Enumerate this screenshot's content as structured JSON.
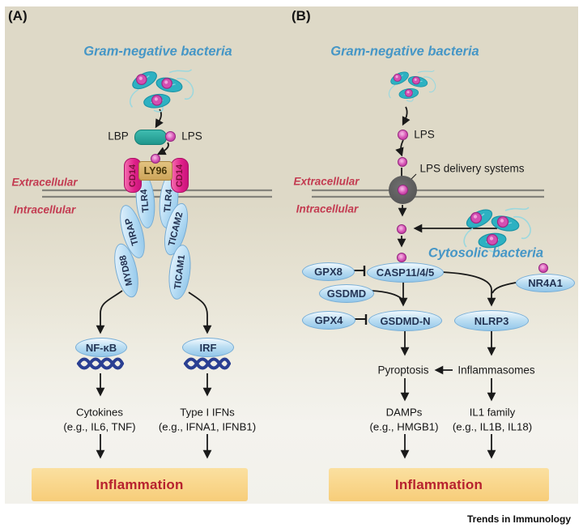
{
  "panel_a": {
    "tag": "(A)",
    "heading": "Gram-negative bacteria",
    "lbp_label": "LBP",
    "lps_label": "LPS",
    "membrane": {
      "outside": "Extracellular",
      "inside": "Intracellular"
    },
    "receptor": {
      "cd14_left": "CD14",
      "cd14_right": "CD14",
      "ly96": "LY96",
      "tlr4_left": "TLR4",
      "tlr4_right": "TLR4"
    },
    "adapters": {
      "tirap": "TIRAP",
      "myd88": "MYD88",
      "ticam2": "TICAM2",
      "ticam1": "TICAM1"
    },
    "tfs": {
      "nfkb": "NF-κB",
      "irf": "IRF"
    },
    "outputs": {
      "cytokines_title": "Cytokines",
      "cytokines_examples": "(e.g., IL6, TNF)",
      "ifns_title": "Type I IFNs",
      "ifns_examples": "(e.g., IFNA1, IFNB1)"
    },
    "result": "Inflammation"
  },
  "panel_b": {
    "tag": "(B)",
    "heading": "Gram-negative bacteria",
    "lps_label": "LPS",
    "delivery_label": "LPS delivery systems",
    "membrane": {
      "outside": "Extracellular",
      "inside": "Intracellular"
    },
    "cytosolic_label": "Cytosolic bacteria",
    "nodes": {
      "gpx8": "GPX8",
      "casp": "CASP11/4/5",
      "gsdmd": "GSDMD",
      "gpx4": "GPX4",
      "gsdmd_n": "GSDMD-N",
      "nlrp3": "NLRP3",
      "nr4a1": "NR4A1"
    },
    "events": {
      "pyroptosis": "Pyroptosis",
      "inflammasomes": "Inflammasomes"
    },
    "outputs": {
      "damps_title": "DAMPs",
      "damps_examples": "(e.g., HMGB1)",
      "il1_title": "IL1 family",
      "il1_examples": "(e.g., IL1B, IL18)"
    },
    "result": "Inflammation"
  },
  "footer": {
    "journal": "Trends in Immunology"
  },
  "colors": {
    "background_beige": "#ded9c7",
    "bacteria_teal": "#2db1c2",
    "lps_pink": "#d44fb2",
    "node_blue": "#a9d3ee",
    "cd14_pink": "#e0208a",
    "ly96_tan": "#cda45a",
    "lbp_teal": "#2aa99e",
    "membrane_gray": "#84837b",
    "membrane_label_red": "#c33b51",
    "heading_blue": "#4596c6",
    "dna_blue": "#2a3f92",
    "vesicle_gray": "#585858",
    "inflammation_bg": "#f8d287",
    "inflammation_text": "#b7212e"
  }
}
